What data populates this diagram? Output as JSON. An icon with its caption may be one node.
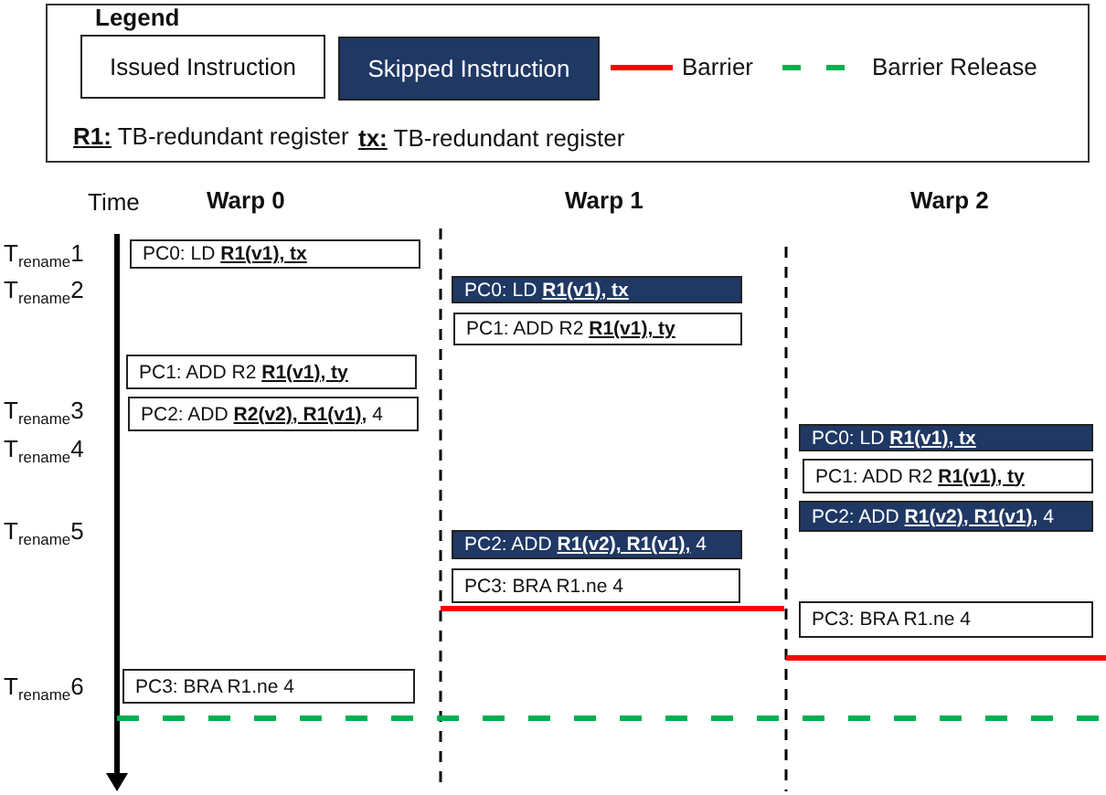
{
  "diagram": {
    "nodes": [
      {
        "text": [
          "PC0: LD **R1(v1), tx**"
        ]
      },
      {
        "text": [
          "PC0: LD **R1(v1), tx**"
        ]
      },
      {
        "text": [
          "PC1: ADD R2 **R1(v1), ty**"
        ]
      },
      {
        "text": [
          "PC1: ADD R2 **R1(v1), ty**"
        ]
      },
      {
        "text": [
          "PC2: ADD **R2(v2), R1(v1),** 4"
        ]
      },
      {
        "text": [
          "PC0: LD **R1(v1), tx**"
        ]
      },
      {
        "text": [
          "PC1: ADD R2 **R1(v1), ty**"
        ]
      },
      {
        "text": [
          "PC2: ADD **R1(v2), R1(v1),** 4"
        ]
      },
      {
        "text": [
          "PC2: ADD **R1(v2), R1(v1),** 4"
        ]
      },
      {
        "text": [
          "PC3: BRA R1.ne 4"
        ]
      },
      {
        "text": [
          "PC3: BRA R1.ne 4"
        ]
      },
      {
        "text": [
          "PC3: BRA R1.ne 4"
        ]
      }
    ],
    "labels": [
      "Legend",
      "**R1:** TB-redundant register",
      "**tx:** TB-redundant register",
      "Time",
      "Warp 0",
      "Warp 1",
      "Warp 2",
      "T$_{rename}$1",
      "T$_{rename}$2",
      "T$_{rename}$3",
      "T$_{rename}$4",
      "T$_{rename}$5",
      "T$_{rename}$6"
    ],
    "legend": [
      {
        "text": "Issued Instruction",
        "color": "#ffffff"
      },
      {
        "text": "Skipped Instruction",
        "color": "#1f3864"
      },
      {
        "text": "Barrier"
      },
      {
        "text": "Barrier Release"
      }
    ]
  }
}
